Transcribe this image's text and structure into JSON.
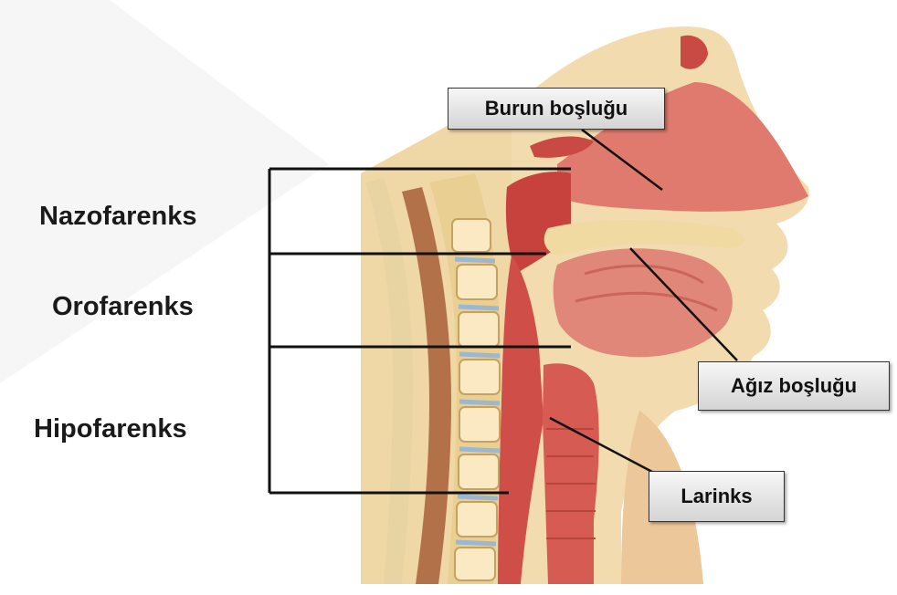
{
  "regions": {
    "nasopharynx": "Nazofarenks",
    "oropharynx": "Orofarenks",
    "hypopharynx": "Hipofarenks"
  },
  "callouts": {
    "nasal_cavity": "Burun boşluğu",
    "oral_cavity": "Ağız boşluğu",
    "larynx": "Larinks"
  },
  "colors": {
    "tissue": "#d9695f",
    "bone": "#f0d9a8",
    "background": "#ffffff"
  }
}
